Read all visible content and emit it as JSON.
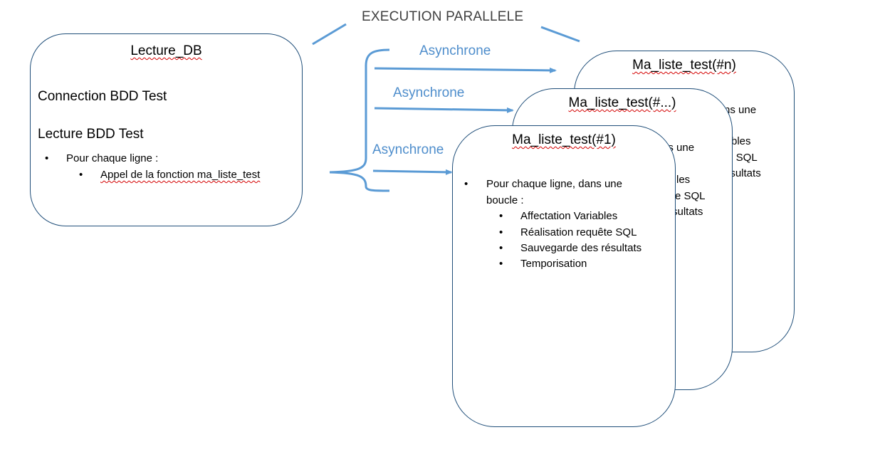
{
  "diagram": {
    "title": "EXECUTION PARALLELE",
    "async_labels": [
      "Asynchrone",
      "Asynchrone",
      "Asynchrone"
    ],
    "colors": {
      "arrow": "#5b9bd5",
      "box_border": "#1f4e79",
      "title": "#404040"
    }
  },
  "main_box": {
    "title": "Lecture_DB",
    "line1": "Connection BDD Test",
    "line2": "Lecture BDD Test",
    "bullet1": "Pour chaque ligne :",
    "sub_bullet": "Appel de la fonction ma_liste_test"
  },
  "cards": {
    "card_n": {
      "title": "Ma_liste_test(#n)",
      "fragments": [
        "ns une",
        "bles",
        "te SQL",
        "ésultats"
      ]
    },
    "card_mid": {
      "title": "Ma_liste_test(#...)",
      "fragments": [
        "ns une",
        "les",
        "e SQL",
        "sultats"
      ]
    },
    "card_1": {
      "title": "Ma_liste_test(#1)",
      "bullet_line1": "Pour chaque ligne, dans une",
      "bullet_line2": "boucle  :",
      "sub_items": [
        "Affectation Variables",
        "Réalisation requête SQL",
        "Sauvegarde des résultats",
        "Temporisation"
      ]
    }
  }
}
